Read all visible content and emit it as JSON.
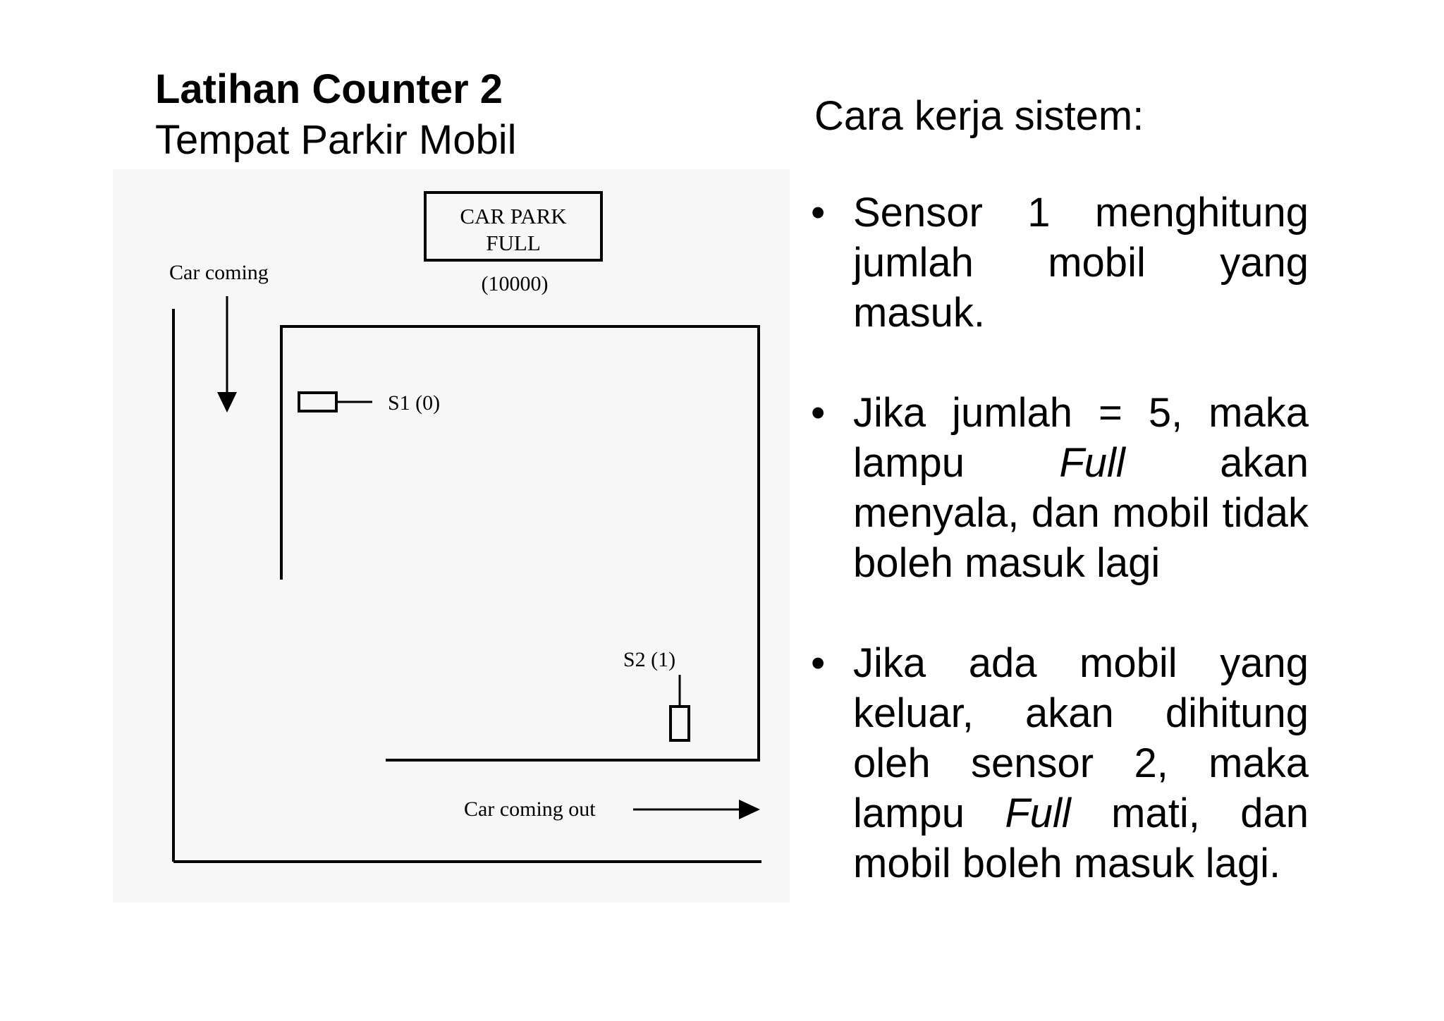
{
  "header": {
    "title": "Latihan Counter 2",
    "subtitle": "Tempat Parkir Mobil"
  },
  "diagram": {
    "indicator_line1": "CAR PARK",
    "indicator_line2": "FULL",
    "indicator_address": "(10000)",
    "entry_label": "Car coming",
    "sensor1_label": "S1 (0)",
    "sensor2_label": "S2 (1)",
    "exit_label": "Car coming out"
  },
  "description": {
    "heading": "Cara kerja sistem:",
    "bullet_symbol": "•",
    "bullets": [
      {
        "text": "Sensor 1 menghitung jumlah mobil yang masuk."
      },
      {
        "text_before": "Jika jumlah = 5, maka lampu ",
        "emphasis": "Full",
        "text_after": " akan menyala, dan mobil tidak boleh masuk lagi"
      },
      {
        "text_before": "Jika ada mobil yang keluar, akan dihitung oleh sensor 2, maka lampu ",
        "emphasis": "Full",
        "text_after": " mati, dan mobil boleh masuk lagi."
      }
    ]
  }
}
